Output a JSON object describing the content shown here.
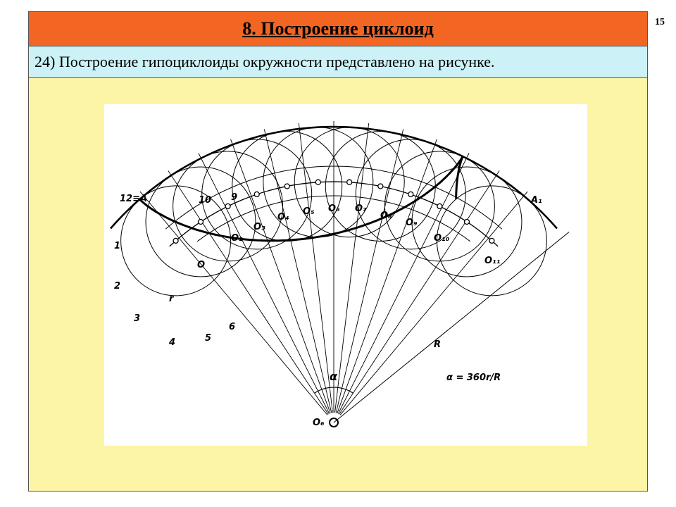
{
  "slide": {
    "number": "15"
  },
  "header": {
    "title": "8. Построение циклоид"
  },
  "subheader": {
    "text": "24) Построение гипоциклоиды окружности представлено на рисунке."
  },
  "figure": {
    "labels": {
      "point_a": "12≡A",
      "point_a1": "A₁",
      "center": "O₆",
      "alpha": "α",
      "radius_big": "R",
      "radius_small": "r",
      "formula": "α = 360r/R",
      "o": "O",
      "n1": "1",
      "n2": "2",
      "n3": "3",
      "n4": "4",
      "n5": "5",
      "n6": "6",
      "n9": "9",
      "n10": "10",
      "o2": "O₂",
      "o3": "O₃",
      "o4": "O₄",
      "o5": "O₅",
      "o6": "O₆",
      "o7": "O₇",
      "o8": "O₈",
      "o9": "O₉",
      "o10": "O₁₀",
      "o11": "O₁₁"
    }
  }
}
